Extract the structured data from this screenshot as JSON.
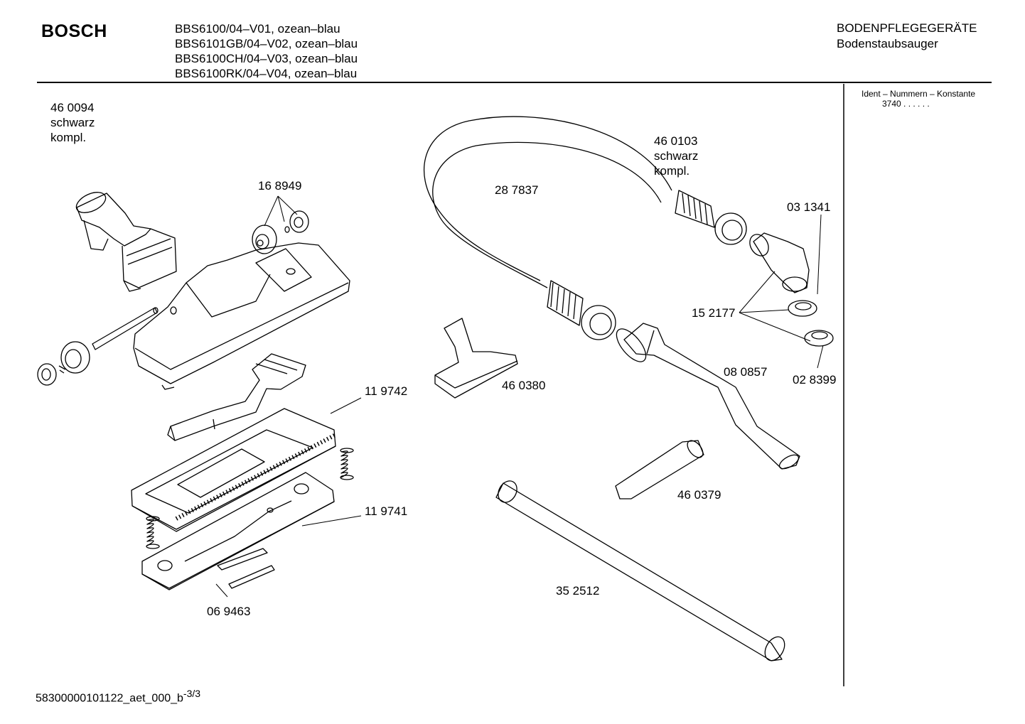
{
  "header": {
    "brand": "BOSCH",
    "models": [
      "BBS6100/04–V01, ozean–blau",
      "BBS6101GB/04–V02, ozean–blau",
      "BBS6100CH/04–V03, ozean–blau",
      "BBS6100RK/04–V04, ozean–blau"
    ],
    "category": "BODENPFLEGEGERÄTE",
    "subcategory": "Bodenstaubsauger"
  },
  "ident": {
    "title": "Ident – Nummern – Konstante",
    "value": "3740  . .   . . . ."
  },
  "parts": {
    "p460094": [
      "46 0094",
      "schwarz",
      "kompl."
    ],
    "p168949": "16 8949",
    "p287837": "28 7837",
    "p460103": [
      "46 0103",
      "schwarz",
      "kompl."
    ],
    "p031341": "03 1341",
    "p152177": "15 2177",
    "p028399": "02 8399",
    "p080857": "08 0857",
    "p460380": "46 0380",
    "p119742": "11 9742",
    "p119741": "11 9741",
    "p460379": "46 0379",
    "p352512": "35 2512",
    "p069463": "06 9463"
  },
  "footer": {
    "code": "58300000101122_aet_000_b",
    "page": "-3/3"
  }
}
